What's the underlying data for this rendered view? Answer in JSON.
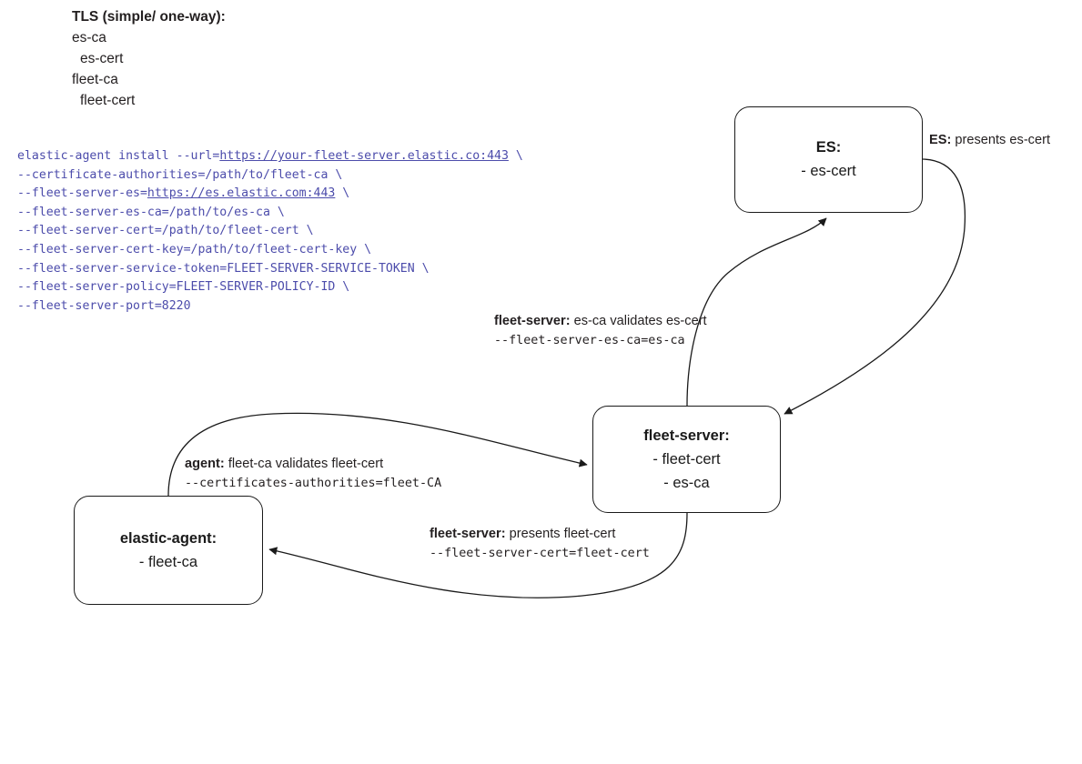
{
  "legend": {
    "title": "TLS (simple/ one-way):",
    "items": [
      {
        "text": "es-ca",
        "indent": false
      },
      {
        "text": "es-cert",
        "indent": true
      },
      {
        "text": "fleet-ca",
        "indent": false
      },
      {
        "text": "fleet-cert",
        "indent": true
      }
    ]
  },
  "command": {
    "lines": [
      [
        {
          "t": "elastic-agent install --url=",
          "url": false
        },
        {
          "t": "https://your-fleet-server.elastic.co:443",
          "url": true
        },
        {
          "t": " \\",
          "url": false
        }
      ],
      [
        {
          "t": "--certificate-authorities=/path/to/fleet-ca \\",
          "url": false
        }
      ],
      [
        {
          "t": "--fleet-server-es=",
          "url": false
        },
        {
          "t": "https://es.elastic.com:443",
          "url": true
        },
        {
          "t": " \\",
          "url": false
        }
      ],
      [
        {
          "t": "--fleet-server-es-ca=/path/to/es-ca \\",
          "url": false
        }
      ],
      [
        {
          "t": "--fleet-server-cert=/path/to/fleet-cert \\",
          "url": false
        }
      ],
      [
        {
          "t": "--fleet-server-cert-key=/path/to/fleet-cert-key \\",
          "url": false
        }
      ],
      [
        {
          "t": "--fleet-server-service-token=FLEET-SERVER-SERVICE-TOKEN \\",
          "url": false
        }
      ],
      [
        {
          "t": "--fleet-server-policy=FLEET-SERVER-POLICY-ID \\",
          "url": false
        }
      ],
      [
        {
          "t": "--fleet-server-port=8220",
          "url": false
        }
      ]
    ]
  },
  "nodes": {
    "es": {
      "title": "ES:",
      "lines": [
        "- es-cert"
      ]
    },
    "fleet_server": {
      "title": "fleet-server:",
      "lines": [
        "- fleet-cert",
        "- es-ca"
      ]
    },
    "elastic_agent": {
      "title": "elastic-agent:",
      "lines": [
        "- fleet-ca"
      ]
    }
  },
  "edge_labels": {
    "es_presents": {
      "bold": "ES:",
      "rest": " presents es-cert"
    },
    "fs_validates": {
      "bold": "fleet-server:",
      "rest": " es-ca validates es-cert",
      "mono": "--fleet-server-es-ca=es-ca"
    },
    "agent_validates": {
      "bold": "agent:",
      "rest": " fleet-ca validates fleet-cert",
      "mono": "--certificates-authorities=fleet-CA"
    },
    "fs_presents": {
      "bold": "fleet-server:",
      "rest": " presents fleet-cert",
      "mono": "--fleet-server-cert=fleet-cert"
    }
  },
  "colors": {
    "stroke": "#1a1a1a",
    "command_text": "#4c4cab",
    "body_text": "#231f20",
    "background": "#ffffff"
  }
}
